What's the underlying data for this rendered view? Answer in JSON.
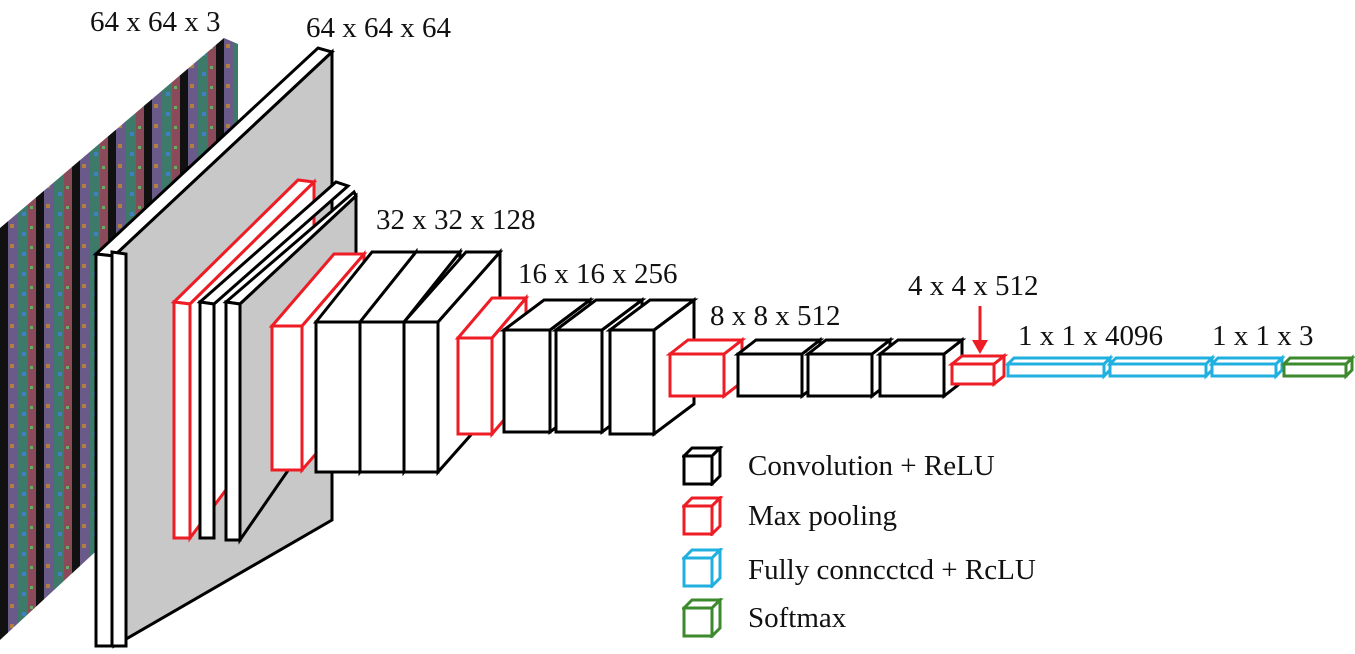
{
  "colors": {
    "conv": "#000000",
    "pool": "#ee1c25",
    "fc": "#1fb0e0",
    "softmax": "#3d8a2e",
    "front_face": "#ffffff",
    "side_face": "#c8c8c8"
  },
  "labels": {
    "input": "64 x 64 x 3",
    "conv1": "64 x 64 x 64",
    "conv2": "32 x 32 x 128",
    "conv3": "16 x 16 x 256",
    "conv4": "8 x 8 x 512",
    "conv5": "4 x 4 x 512",
    "fc": "1 x 1 x 4096",
    "out": "1 x 1 x 3"
  },
  "legend": [
    {
      "label": "Convolution + ReLU",
      "type": "conv"
    },
    {
      "label": "Max pooling",
      "type": "pool"
    },
    {
      "label": "Fully conncctcd + RcLU",
      "type": "fc"
    },
    {
      "label": "Softmax",
      "type": "softmax"
    }
  ]
}
